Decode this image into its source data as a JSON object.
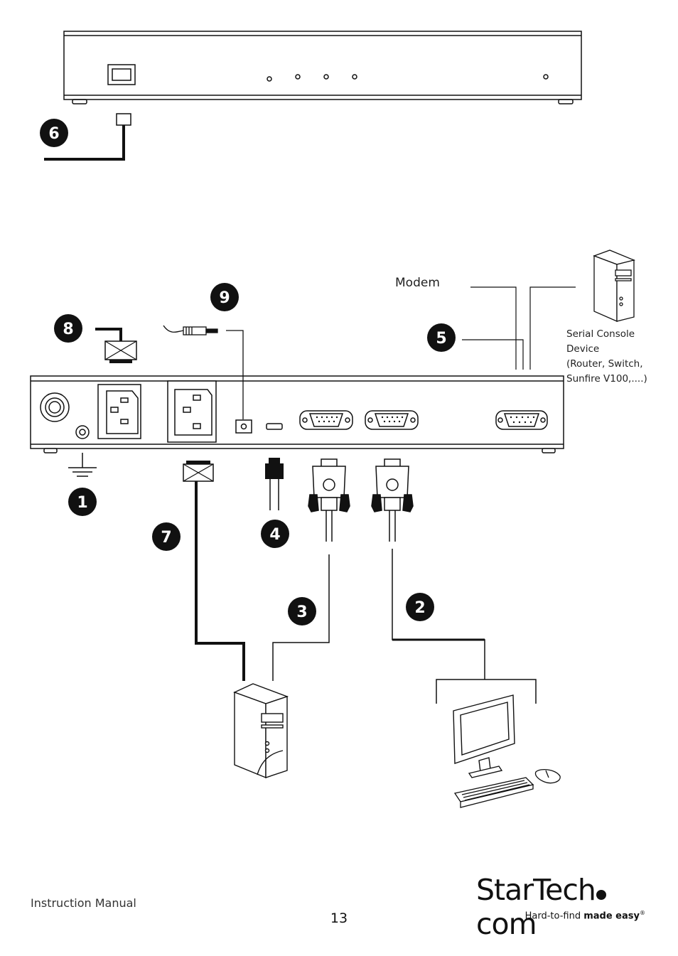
{
  "labels": {
    "modem": "Modem",
    "serial_console": [
      "Serial Console",
      "Device",
      "(Router, Switch,",
      "Sunfire V100,....)"
    ]
  },
  "callouts": [
    "1",
    "2",
    "3",
    "4",
    "5",
    "6",
    "7",
    "8",
    "9"
  ],
  "footer": {
    "manual_label": "Instruction Manual",
    "page_number": "13",
    "brand_part1": "StarTech",
    "brand_part2": "com",
    "tagline_plain": "Hard-to-find ",
    "tagline_bold": "made easy",
    "tagline_mark": "®"
  },
  "colors": {
    "line": "#111111",
    "device_fill": "#ffffff",
    "callout_fill": "#111111",
    "callout_text": "#ffffff"
  }
}
